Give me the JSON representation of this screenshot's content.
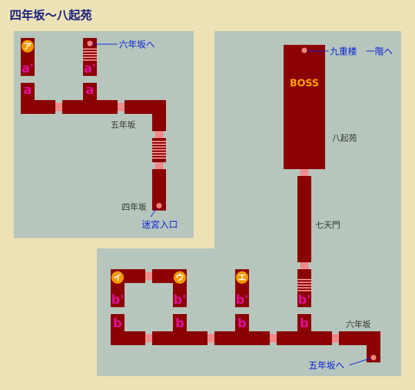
{
  "title": "四年坂〜八起苑",
  "colors": {
    "background": "#ede2b6",
    "floor": "#b6c6bd",
    "room": "#8b0000",
    "door": "#ef8a8a",
    "marker": "#e0109b",
    "badge": "#f39800",
    "boss": "#ffa500",
    "annotation": "#0a1fd8"
  },
  "annotations": {
    "to_rokunenzaka_top": "六年坂へ",
    "to_kuju_ro": "九重楼　一階へ",
    "entrance": "迷宮入口",
    "to_gonenzaka": "五年坂へ"
  },
  "areas": {
    "gonenzaka": "五年坂",
    "yonenzaka": "四年坂",
    "hachikien": "八起苑",
    "shichitenmon": "七天門",
    "rokunenzaka": "六年坂"
  },
  "boss": "BOSS",
  "badges": {
    "a": "ア",
    "i": "イ",
    "u": "ウ",
    "e": "エ"
  },
  "markers": {
    "a": "a",
    "a_prime": "a'",
    "b": "b",
    "b_prime": "b'"
  }
}
